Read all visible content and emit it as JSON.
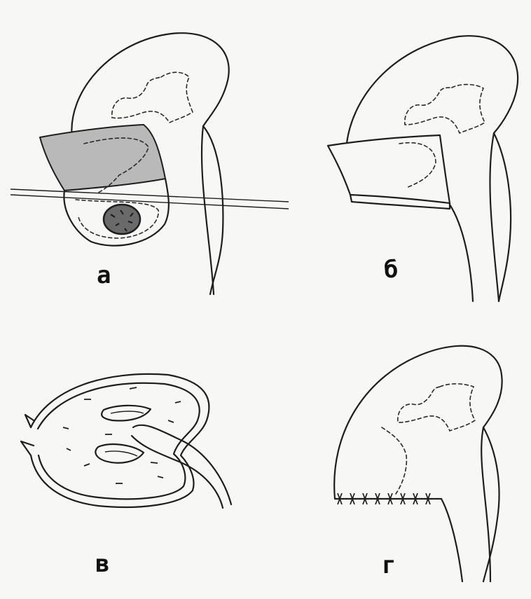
{
  "panels": [
    {
      "id": "a",
      "label": "а"
    },
    {
      "id": "b",
      "label": "б"
    },
    {
      "id": "v",
      "label": "в"
    },
    {
      "id": "g",
      "label": "г"
    }
  ],
  "colors": {
    "ink": "#1e1e1e",
    "resected_block": "#b9b9b9",
    "lesion": "#6a6a6a"
  }
}
